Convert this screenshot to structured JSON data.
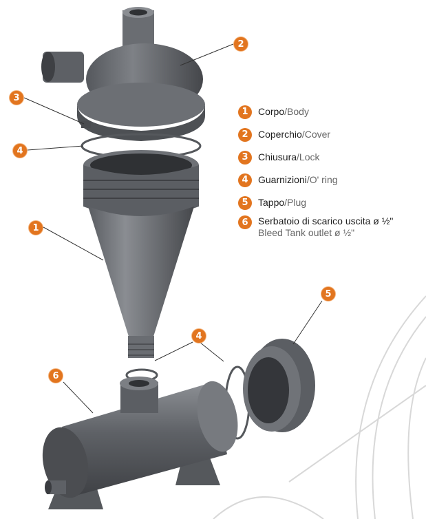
{
  "legend": [
    {
      "num": "1",
      "it": "Corpo",
      "en": "Body"
    },
    {
      "num": "2",
      "it": "Coperchio",
      "en": "Cover"
    },
    {
      "num": "3",
      "it": "Chiusura",
      "en": "Lock"
    },
    {
      "num": "4",
      "it": "Guarnizioni",
      "en": "O' ring"
    },
    {
      "num": "5",
      "it": "Tappo",
      "en": "Plug"
    },
    {
      "num": "6",
      "it": "Serbatoio di scarico uscita ø ½\"",
      "en": "Bleed Tank outlet ø ½\""
    }
  ],
  "callouts": {
    "cover": "2",
    "lock": "3",
    "oring_top": "4",
    "body": "1",
    "plug": "5",
    "oring_bottom": "4",
    "tank": "6"
  },
  "colors": {
    "accent": "#e2751f",
    "part_dark": "#4a4c50",
    "part_mid": "#6b6e73",
    "part_light": "#8d9095"
  }
}
